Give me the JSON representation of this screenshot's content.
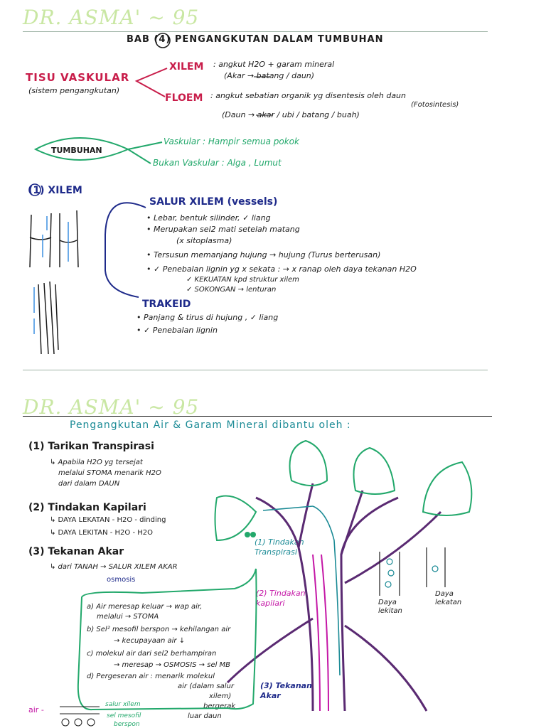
{
  "watermark": "DR. ASMA' ~ 95",
  "page1": {
    "title": "BAB (4) PENGANGKUTAN DALAM TUMBUHAN",
    "tisu_vaskular": "TISU VASKULAR",
    "sistem": "(sistem pengangkutan)",
    "xilem_label": "XILEM",
    "xilem_desc1": ": angkut H2O + garam mineral",
    "xilem_desc2": "(Akar → batang / daun)",
    "floem_label": "FLOEM",
    "floem_desc1": ": angkut sebatian organik yg disentesis oleh daun",
    "floem_desc_note": "(Fotosintesis)",
    "floem_desc2": "(Daun → akar / ubi / batang / buah)",
    "tumbuhan": "TUMBUHAN",
    "vaskular": "Vaskular : Hampir semua pokok",
    "bukan_vaskular": "Bukan Vaskular : Alga , Lumut",
    "section_xilem": "(1) XILEM",
    "salur_title": "SALUR XILEM (vessels)",
    "salur_points": [
      "• Lebar, bentuk silinder, ✓ liang",
      "• Merupakan sel2 mati setelah matang",
      "(x sitoplasma)",
      "• Tersusun memanjang hujung → hujung (Turus berterusan)",
      "• ✓ Penebalan lignin yg x sekata : → x ranap oleh daya tekanan H2O",
      "✓ KEKUATAN kpd struktur xilem",
      "✓ SOKONGAN → lenturan"
    ],
    "trakeid_title": "TRAKEID",
    "trakeid_points": [
      "• Panjang & tirus di hujung , ✓ liang",
      "• ✓ Penebalan lignin"
    ]
  },
  "page2": {
    "title": "Pengangkutan Air & Garam Mineral dibantu oleh :",
    "item1_title": "(1) Tarikan Transpirasi",
    "item1_text": [
      "↳ Apabila H2O yg tersejat",
      "melalui STOMA menarik H2O",
      "dari dalam DAUN"
    ],
    "item2_title": "(2) Tindakan Kapilari",
    "item2_points": [
      "↳ DAYA LEKATAN - H2O - dinding",
      "↳ DAYA LEKITAN - H2O - H2O"
    ],
    "item3_title": "(3) Tekanan Akar",
    "item3_text": "↳ dari TANAH → SALUR XILEM AKAR",
    "osmosis": "osmosis",
    "box_lines": [
      "a) Air meresap keluar → wap air,",
      "melalui → STOMA",
      "b) Sel² mesofil berspon → kehilangan air",
      "→ kecupayaan air ↓",
      "c) molekul air dari sel2 berhampiran",
      "→ meresap → OSMOSIS → sel MB",
      "d) Pergeseran air : menarik molekul",
      "air (dalam salur",
      "xilem)",
      "bergerak",
      "luar daun"
    ],
    "bottom_left": "air -",
    "bottom_labels": [
      "salur xilem",
      "sel mesofil",
      "berspon"
    ],
    "tree_labels": {
      "tindakan_transpirasi": "(1) Tindakan Transpirasi",
      "tindakan_kapilari": "(2) Tindakan kapilari",
      "tekanan_akar": "(3) Tekanan Akar"
    },
    "daya_lekitan": "Daya lekitan",
    "daya_lekatan": "Daya lekatan"
  },
  "colors": {
    "navy": "#1e2a8a",
    "crimson": "#c81d4a",
    "green": "#22a86b",
    "teal": "#1a8a95",
    "purple": "#5a2a72",
    "magenta": "#c417a6",
    "watermark": "#c9e7a3"
  }
}
